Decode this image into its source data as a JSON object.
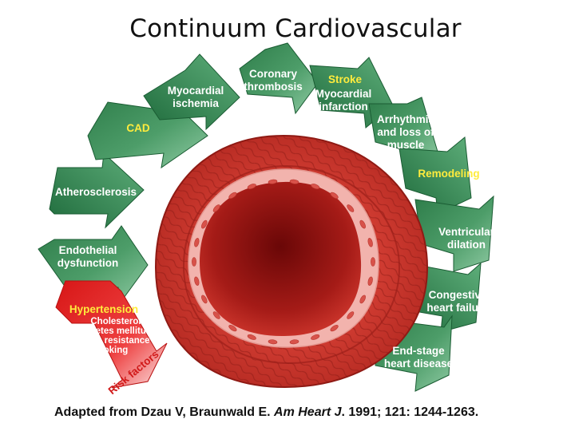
{
  "title": "Continuum Cardiovascular",
  "stages": [
    {
      "lines": [
        "Endothelial",
        "dysfunction"
      ],
      "highlight": false
    },
    {
      "lines": [
        "Atherosclerosis"
      ],
      "highlight": false
    },
    {
      "lines": [
        "CAD"
      ],
      "highlight": true
    },
    {
      "lines": [
        "Myocardial",
        "ischemia"
      ],
      "highlight": false
    },
    {
      "lines": [
        "Coronary",
        "thrombosis"
      ],
      "highlight": false
    },
    {
      "lines": [
        "Stroke"
      ],
      "highlight": true
    },
    {
      "lines": [
        "Myocardial",
        "infarction"
      ],
      "highlight": false
    },
    {
      "lines": [
        "Arrhythmia",
        "and loss of",
        "muscle"
      ],
      "highlight": false
    },
    {
      "lines": [
        "Remodeling"
      ],
      "highlight": true
    },
    {
      "lines": [
        "Ventricular",
        "dilation"
      ],
      "highlight": false
    },
    {
      "lines": [
        "Congestive",
        "heart failure"
      ],
      "highlight": false
    },
    {
      "lines": [
        "End-stage",
        "heart disease"
      ],
      "highlight": false
    }
  ],
  "risk_factors": {
    "heading": "Hypertension",
    "items": [
      "Cholesterol",
      "Diabetes mellitus",
      "Insulin resistance",
      "Smoking"
    ],
    "label": "Risk factors"
  },
  "colors": {
    "arrow_green_dark": "#1f6b3c",
    "arrow_green_light": "#6db98a",
    "risk_red": "#e01b1b",
    "highlight_text": "#ffec3d",
    "vessel_outer": "#c0342b",
    "lumen": "#7a0c0c"
  },
  "caption": {
    "prefix": "Adapted from Dzau V, Braunwald E. ",
    "journal": "Am Heart J",
    "suffix": ". 1991; 121: 1244-1263."
  }
}
